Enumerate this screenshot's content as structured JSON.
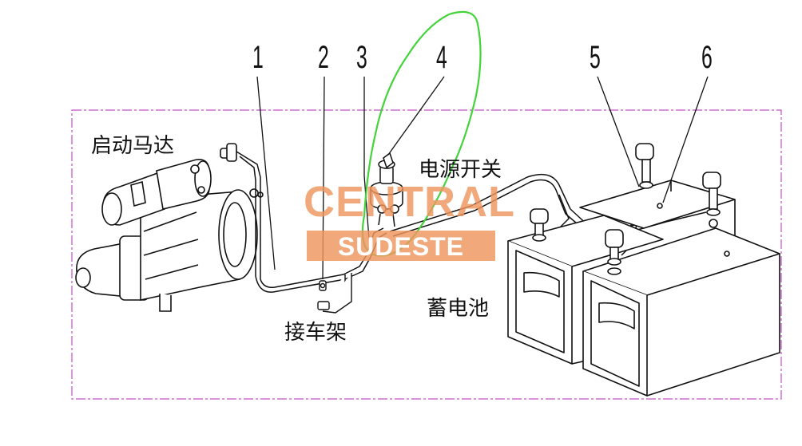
{
  "callouts": [
    "1",
    "2",
    "3",
    "4",
    "5",
    "6"
  ],
  "labels": {
    "starter_motor": "启动马达",
    "power_switch": "电源开关",
    "frame_ground": "接车架",
    "battery": "蓄电池"
  },
  "watermark": {
    "line1": "CENTRAL",
    "line2": "SUDESTE"
  },
  "colors": {
    "line": "#111111",
    "border": "#c64fc6",
    "highlight": "#44d33a",
    "watermark": "#ee965f"
  }
}
